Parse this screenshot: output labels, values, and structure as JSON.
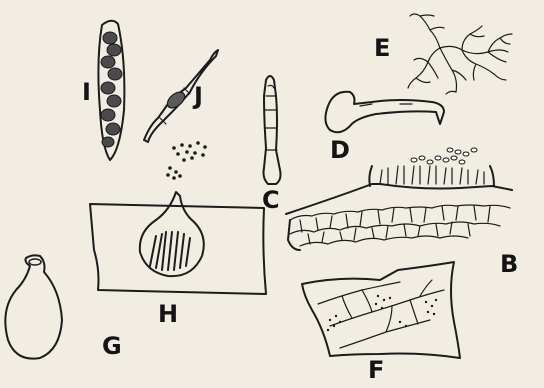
{
  "figure": {
    "background": "#f1ede3",
    "ink": "#1c1c1c",
    "labels": {
      "I": "I",
      "J": "J",
      "C": "C",
      "D": "D",
      "E": "E",
      "B": "B",
      "H": "H",
      "G": "G",
      "F": "F"
    }
  }
}
